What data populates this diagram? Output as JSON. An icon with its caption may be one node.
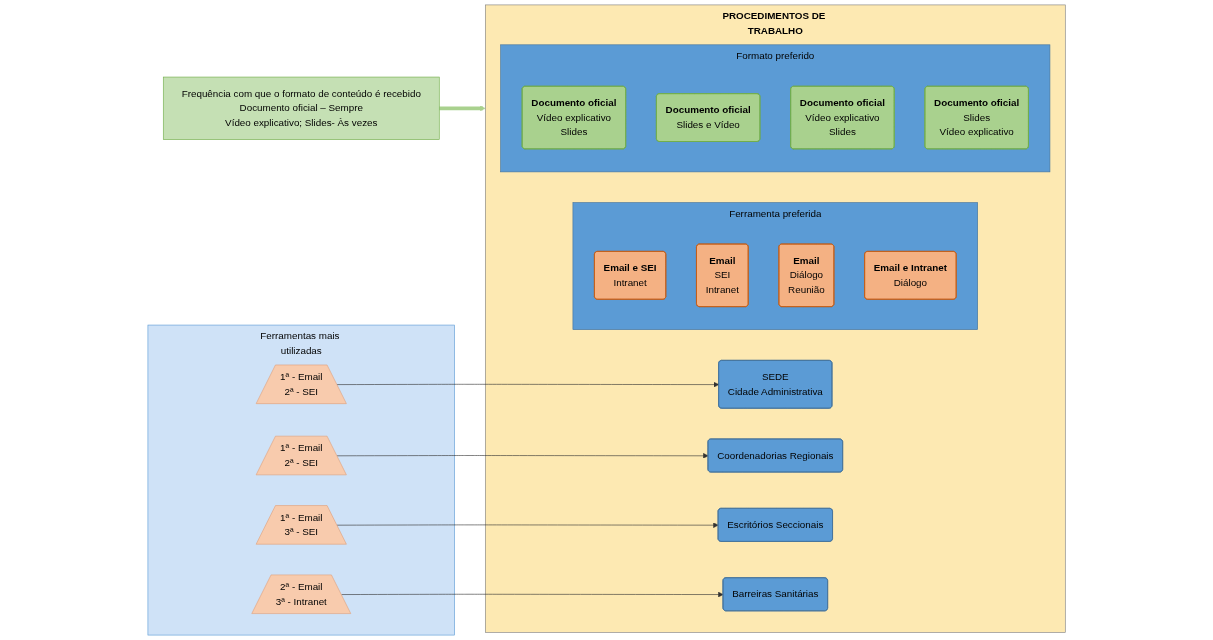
{
  "diagram": {
    "nodes": [
      {
        "text": [
          "Ferramentas mais utilizadas"
        ]
      },
      {
        "text": [
          "1ª - Email",
          "2ª - SEI"
        ],
        "in": 0
      },
      {
        "text": [
          "1ª - Email",
          "2ª - SEI"
        ],
        "in": 0
      },
      {
        "text": [
          "1ª - Email",
          "3ª - SEI"
        ],
        "in": 0
      },
      {
        "text": [
          "2ª - Email",
          "3ª - Intranet"
        ],
        "in": 0
      },
      {
        "text": [
          "PROCEDIMENTOS DE TRABALHO"
        ]
      },
      {
        "text": [
          "SEDE",
          "Cidade Administrativa"
        ],
        "in": 5
      },
      {
        "text": [
          "Coordenadorias Regionais"
        ],
        "in": 5
      },
      {
        "text": [
          "Escritórios Seccionais"
        ],
        "in": 5
      },
      {
        "text": [
          "Barreiras Sanitárias"
        ],
        "in": 5
      },
      {
        "text": [
          "Ferramenta preferida"
        ],
        "in": 5
      },
      {
        "text": [
          "Email e SEI",
          "Intranet"
        ],
        "in": 10
      },
      {
        "text": [
          "Email",
          "SEI",
          "Intranet"
        ],
        "in": 10
      },
      {
        "text": [
          "Email",
          "Diálogo",
          "Reunião"
        ],
        "in": 10
      },
      {
        "text": [
          "Email e Intranet",
          "Diálogo"
        ],
        "in": 10
      },
      {
        "text": [
          "Formato preferido"
        ],
        "in": 5
      },
      {
        "text": [
          "Documento oficial",
          "Vídeo explicativo",
          "Slides"
        ],
        "in": 15
      },
      {
        "text": [
          "Documento oficial",
          "Slides e Vídeo"
        ],
        "in": 15
      },
      {
        "text": [
          "Documento oficial",
          "Vídeo explicativo",
          "Slides"
        ],
        "in": 15
      },
      {
        "text": [
          "Documento oficial",
          "Slides",
          "Vídeo explicativo"
        ],
        "in": 15
      },
      {
        "text": [
          "Frequência com que o formato de conteúdo é recebido",
          "Documento oficial – Sempre",
          "Vídeo explicativo; Slides- Às vezes"
        ]
      }
    ],
    "edges": [
      {
        "from": 1,
        "to": 6,
        "arrow": "to"
      },
      {
        "from": 2,
        "to": 7,
        "arrow": "to"
      },
      {
        "from": 3,
        "to": 8,
        "arrow": "to"
      },
      {
        "from": 4,
        "to": 9,
        "arrow": "to"
      },
      {
        "from": 20,
        "to": 5,
        "arrow": "to",
        "style": "thick",
        "color": "#a9d18e"
      }
    ]
  }
}
